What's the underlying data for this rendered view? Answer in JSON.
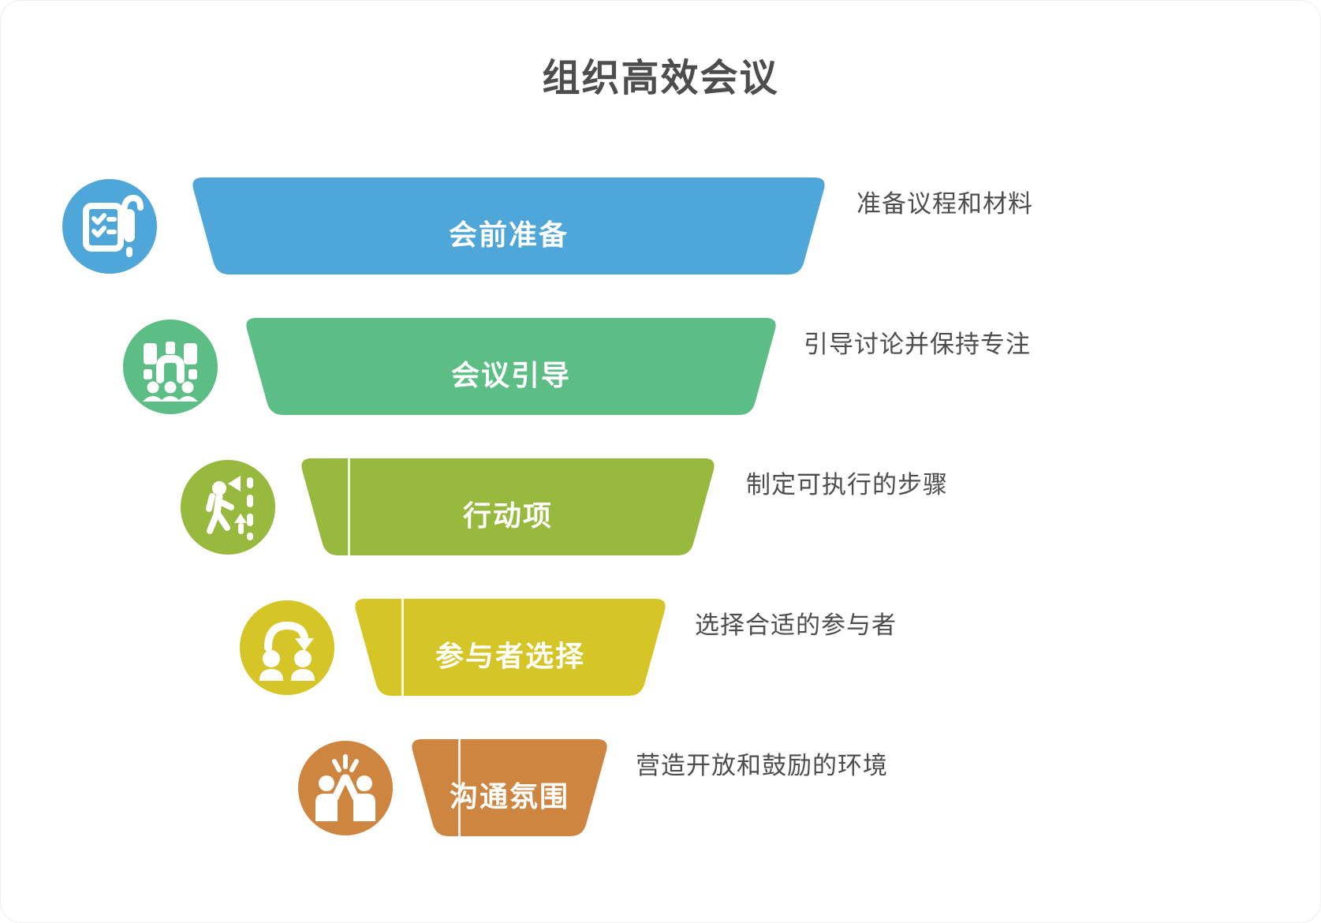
{
  "title": "组织高效会议",
  "theme": {
    "background": "#ffffff",
    "title_color": "#4d4d4d",
    "description_color": "#4d4d4d",
    "label_color": "#ffffff"
  },
  "levels": [
    {
      "label": "会前准备",
      "description": "准备议程和材料",
      "color": "#4FA6D8",
      "icon": "checklist-pen-icon"
    },
    {
      "label": "会议引导",
      "description": "引导讨论并保持专注",
      "color": "#5CBE85",
      "icon": "meeting-facilitation-icon"
    },
    {
      "label": "行动项",
      "description": "制定可执行的步骤",
      "color": "#97B93D",
      "icon": "walking-route-icon"
    },
    {
      "label": "参与者选择",
      "description": "选择合适的参与者",
      "color": "#D5C527",
      "icon": "participant-handover-icon"
    },
    {
      "label": "沟通氛围",
      "description": "营造开放和鼓励的环境",
      "color": "#CD8540",
      "icon": "high-five-icon"
    }
  ]
}
